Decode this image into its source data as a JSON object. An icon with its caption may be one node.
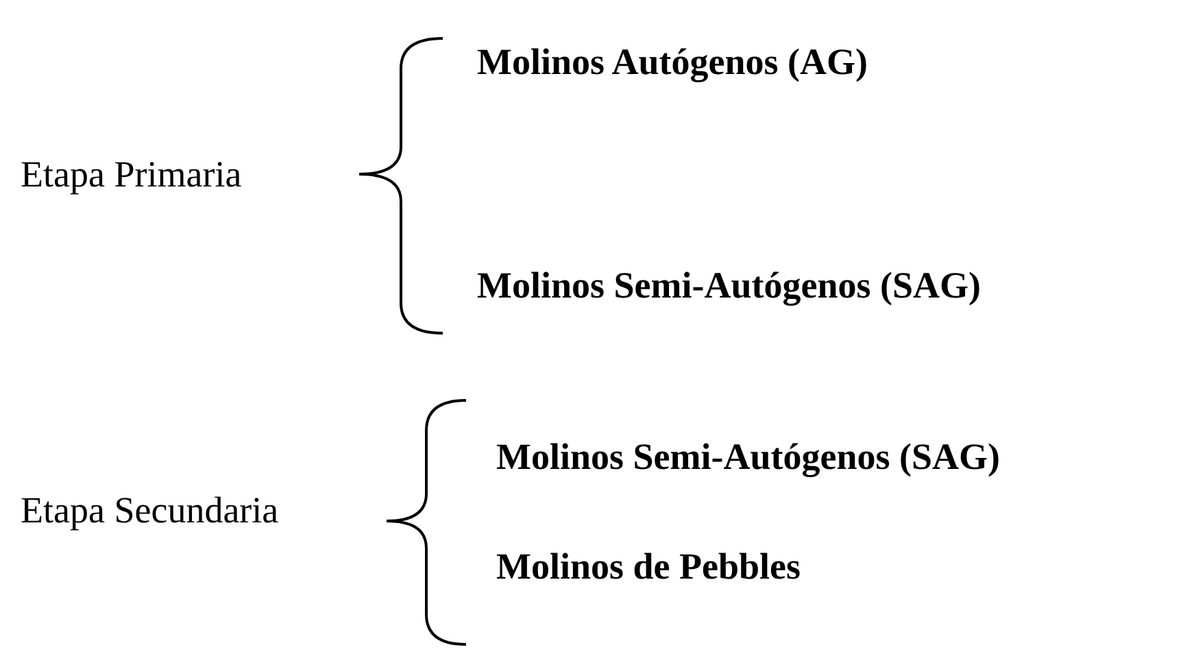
{
  "diagram": {
    "labels": [
      "Molinos Autógenos (AG)",
      "Etapa Primaria",
      "Molinos Semi-Autógenos (SAG)",
      "Molinos Semi-Autógenos (SAG)",
      "Etapa Secundaria",
      "Molinos de Pebbles"
    ]
  }
}
